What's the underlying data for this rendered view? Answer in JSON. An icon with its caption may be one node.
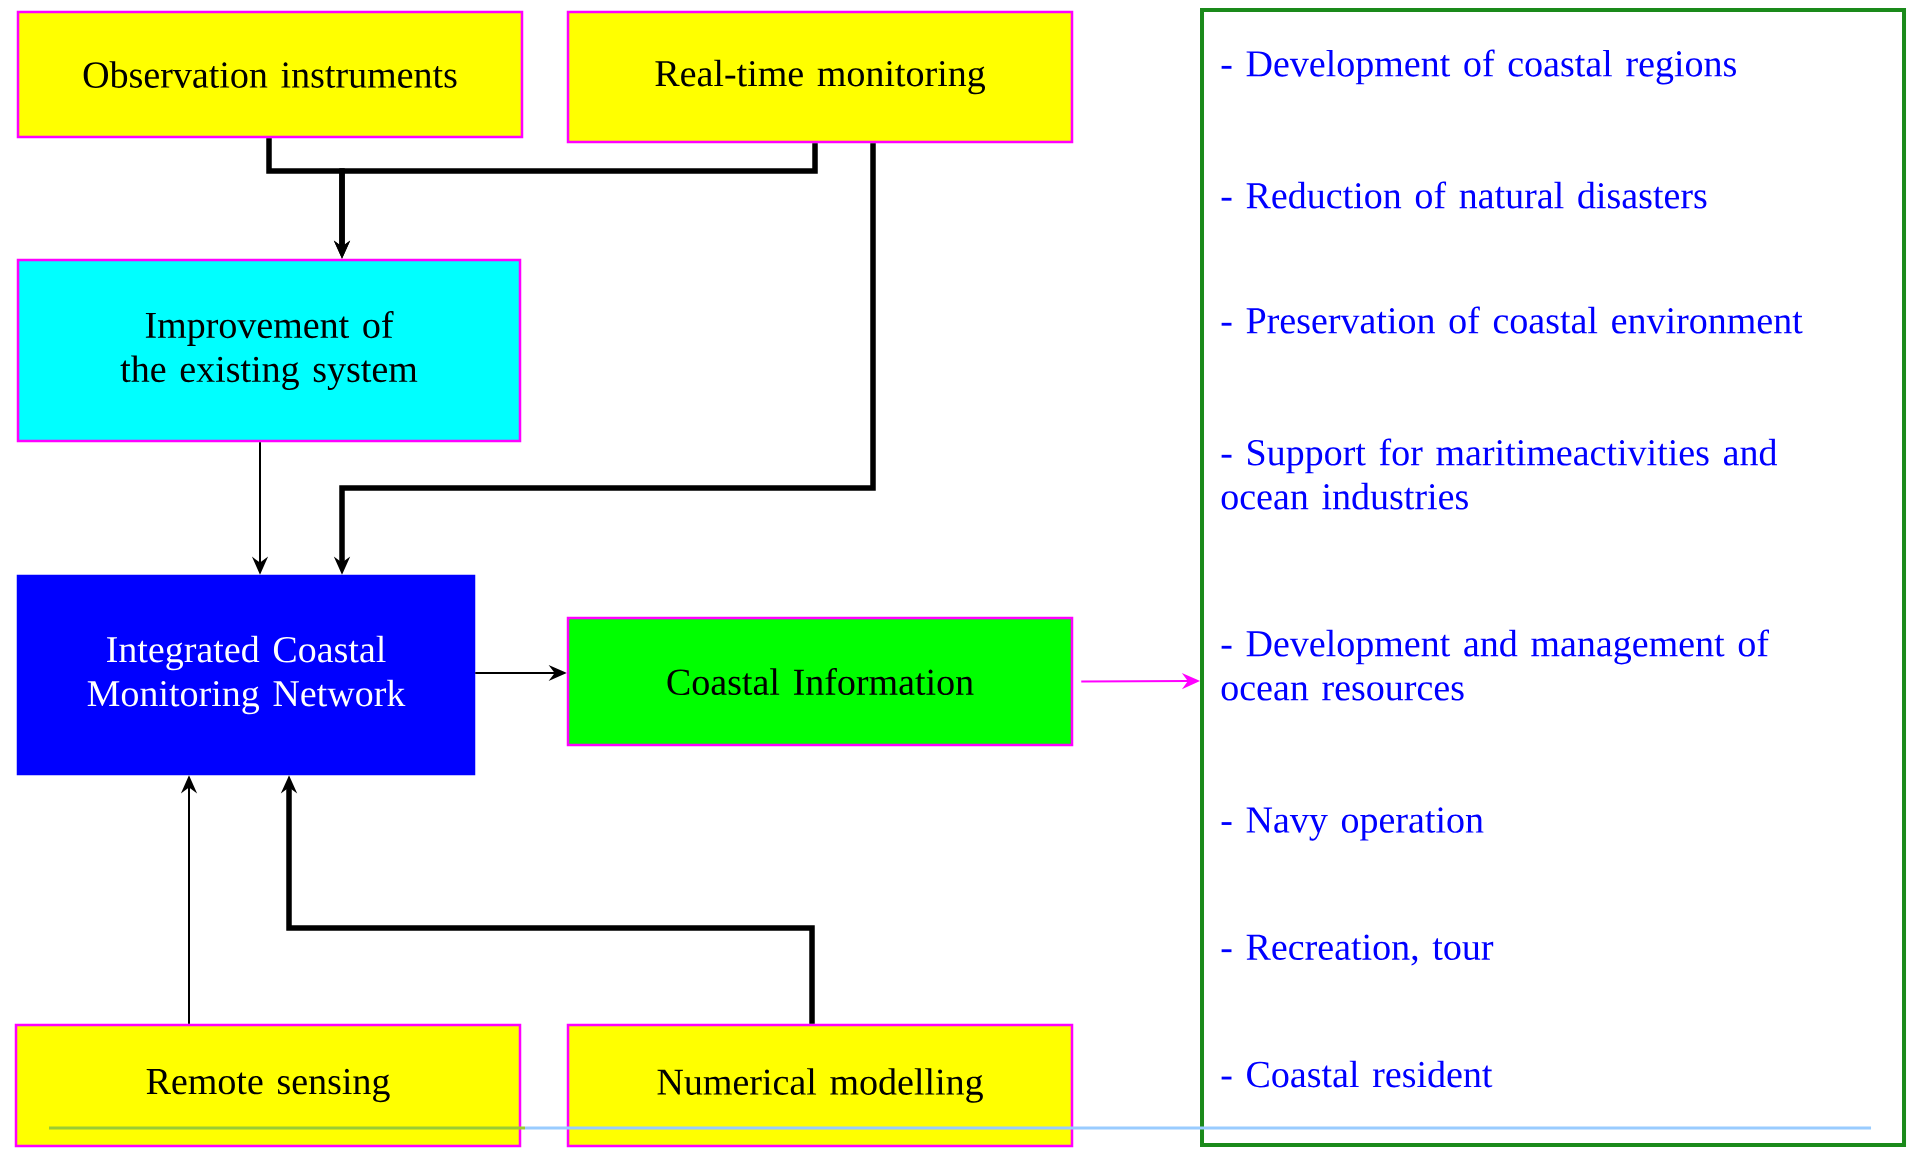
{
  "diagram": {
    "nodes": [
      {
        "text": [
          "Observation instruments"
        ]
      },
      {
        "text": [
          "Real-time monitoring"
        ]
      },
      {
        "text": [
          "Improvement of the existing system"
        ]
      },
      {
        "text": [
          "Integrated Coastal Monitoring Network"
        ]
      },
      {
        "text": [
          "Coastal Information"
        ]
      },
      {
        "text": [
          "Remote sensing"
        ]
      },
      {
        "text": [
          "Numerical modelling"
        ]
      },
      {
        "text": [
          "- Development of coastal regions",
          "- Reduction of natural disasters",
          "- Preservation of coastal environment",
          "- Support for maritimeactivities and ocean industries",
          "- Development and management of ocean resources",
          "- Navy operation",
          "- Recreation, tour",
          "- Coastal resident"
        ]
      }
    ],
    "edges": [
      {
        "from": 0,
        "to": 2,
        "arrow": "to",
        "style": "thick"
      },
      {
        "from": 1,
        "to": 2,
        "arrow": "to",
        "style": "thick"
      },
      {
        "from": 1,
        "to": 3,
        "arrow": "to",
        "style": "thick"
      },
      {
        "from": 2,
        "to": 3,
        "arrow": "to"
      },
      {
        "from": 3,
        "to": 4,
        "arrow": "to"
      },
      {
        "from": 4,
        "to": 7,
        "arrow": "to",
        "color": "#ff00ff"
      },
      {
        "from": 5,
        "to": 3,
        "arrow": "to"
      },
      {
        "from": 6,
        "to": 3,
        "arrow": "to",
        "style": "thick"
      }
    ]
  }
}
